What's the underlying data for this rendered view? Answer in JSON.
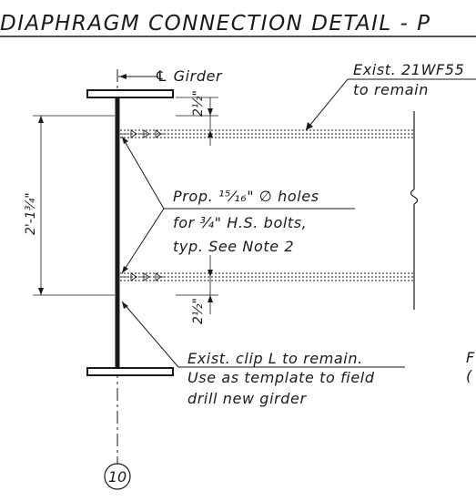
{
  "title": "DIAPHRAGM CONNECTION DETAIL - P",
  "girder_label": "℄ Girder",
  "exist_beam": {
    "line1": "Exist. 21WF55",
    "line2": "to remain"
  },
  "prop_note": {
    "line1": "Prop. ¹⁵⁄₁₆\" ∅ holes",
    "line2": "for ¾\" H.S. bolts,",
    "line3": "typ. See Note 2"
  },
  "clip_note": {
    "line1": "Exist. clip L to remain.",
    "line2": "Use as template to field",
    "line3": "drill new girder"
  },
  "dims": {
    "top_offset": "2½\"",
    "bottom_offset": "2½\"",
    "bolt_spacing": "2'-1¾\""
  },
  "partial_right": {
    "line1": "F",
    "line2": "("
  },
  "grid_marker": "10"
}
